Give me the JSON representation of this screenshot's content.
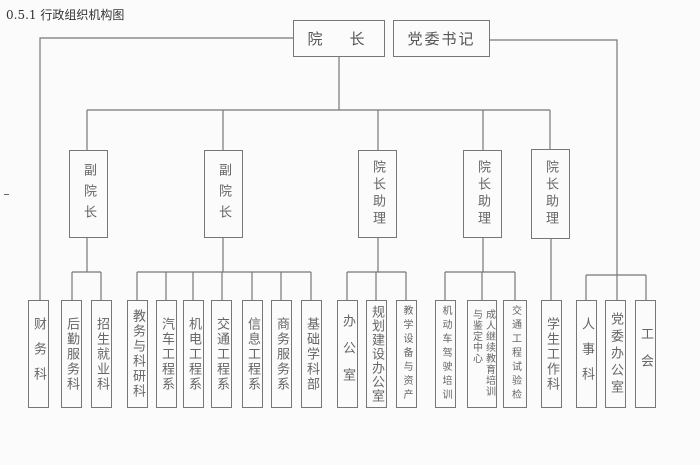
{
  "title": "0.5.1 行政组织机构图",
  "top": {
    "president": "院　长",
    "party_secretary": "党委书记"
  },
  "middle": [
    "副院长",
    "副院长",
    "院长助理",
    "院长助理",
    "院长助理"
  ],
  "bottom": [
    "财务科",
    "后勤服务科",
    "招生就业科",
    "教务与科研科",
    "汽车工程系",
    "机电工程系",
    "交通工程系",
    "信息工程系",
    "商务服务系",
    "基础学科部",
    "办公室",
    "规划建设办公室",
    "教学设备与资产",
    "机动车驾驶培训",
    "成人继续教育培训与鉴定中心",
    "交通工程试验检",
    "学生工作科",
    "人事科",
    "党委办公室",
    "工会"
  ],
  "adult_center_cols": [
    "成人继续教育培训",
    "与鉴定中心"
  ]
}
